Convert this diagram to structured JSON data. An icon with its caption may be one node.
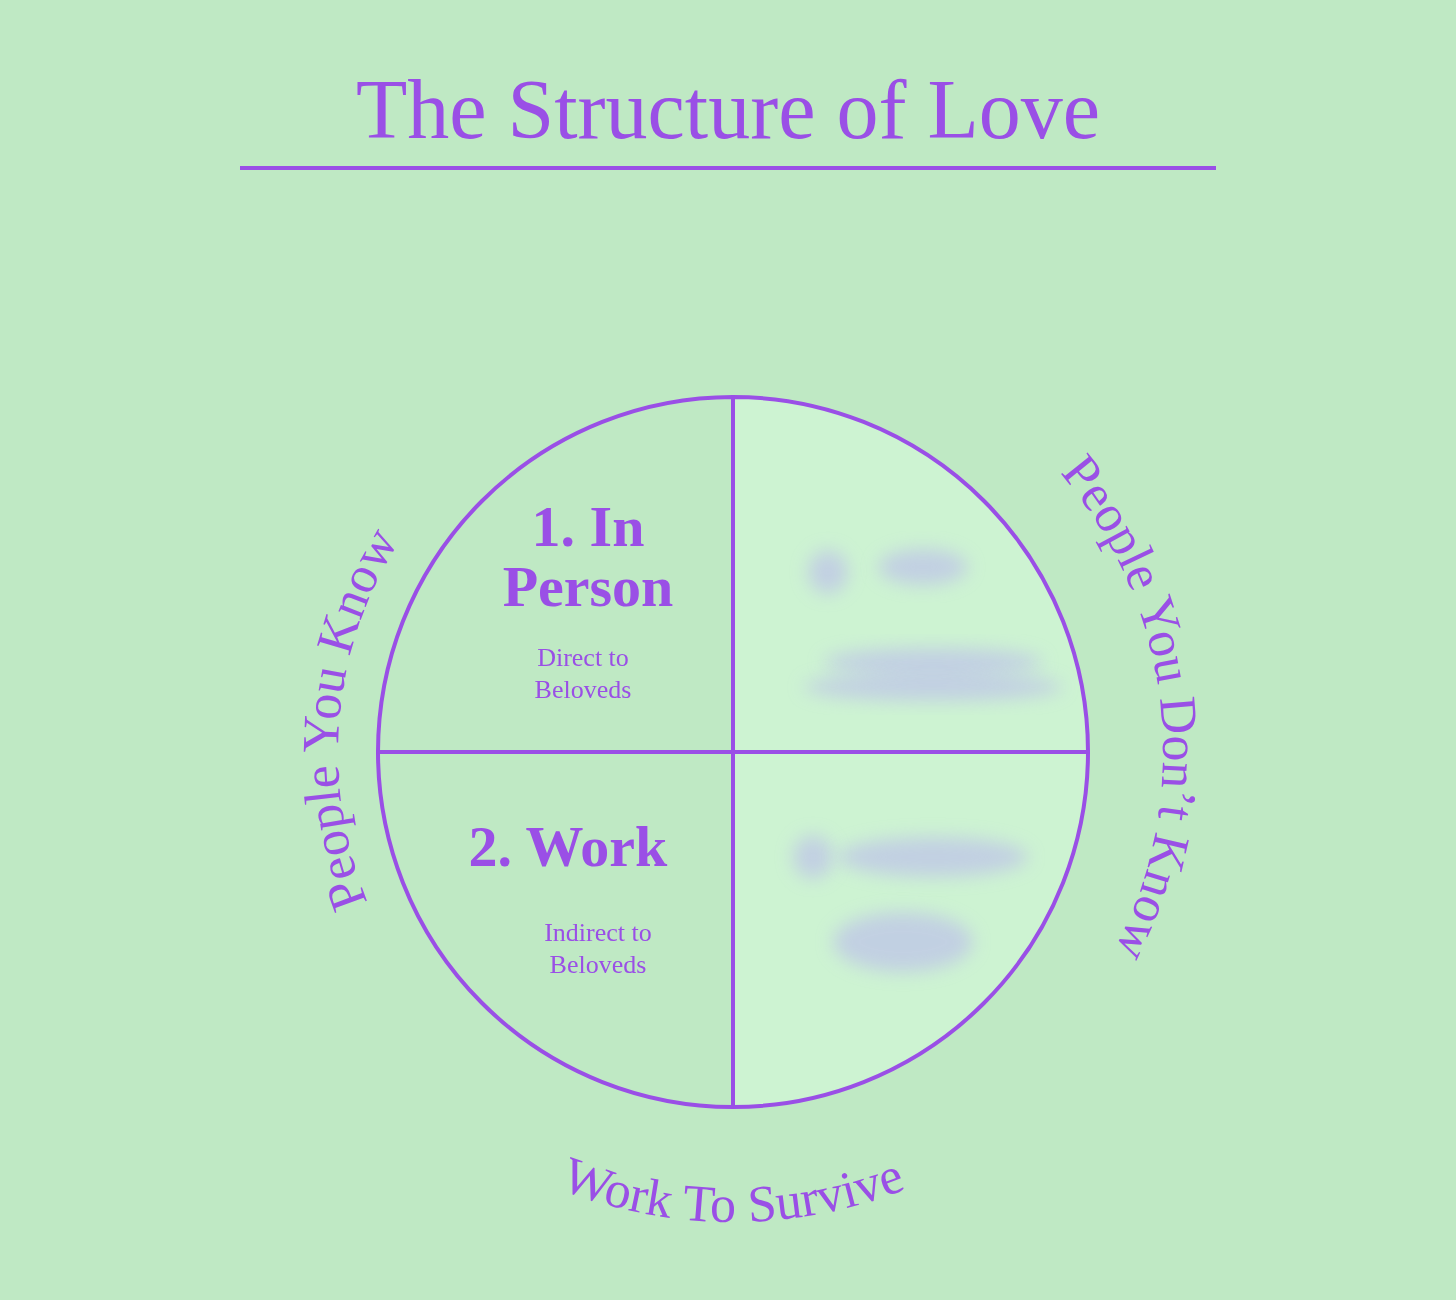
{
  "diagram": {
    "title": "The Structure of Love",
    "nodes": [
      {
        "text": [
          "1. In Person",
          "Direct to Beloveds"
        ]
      },
      {
        "text": [],
        "shape": "sector"
      },
      {
        "text": [
          "2. Work",
          "Indirect to Beloveds"
        ]
      },
      {
        "text": [],
        "shape": "sector"
      }
    ],
    "labels": [
      "People You Know",
      "People You Don’t Know",
      "Work To Survive"
    ]
  }
}
